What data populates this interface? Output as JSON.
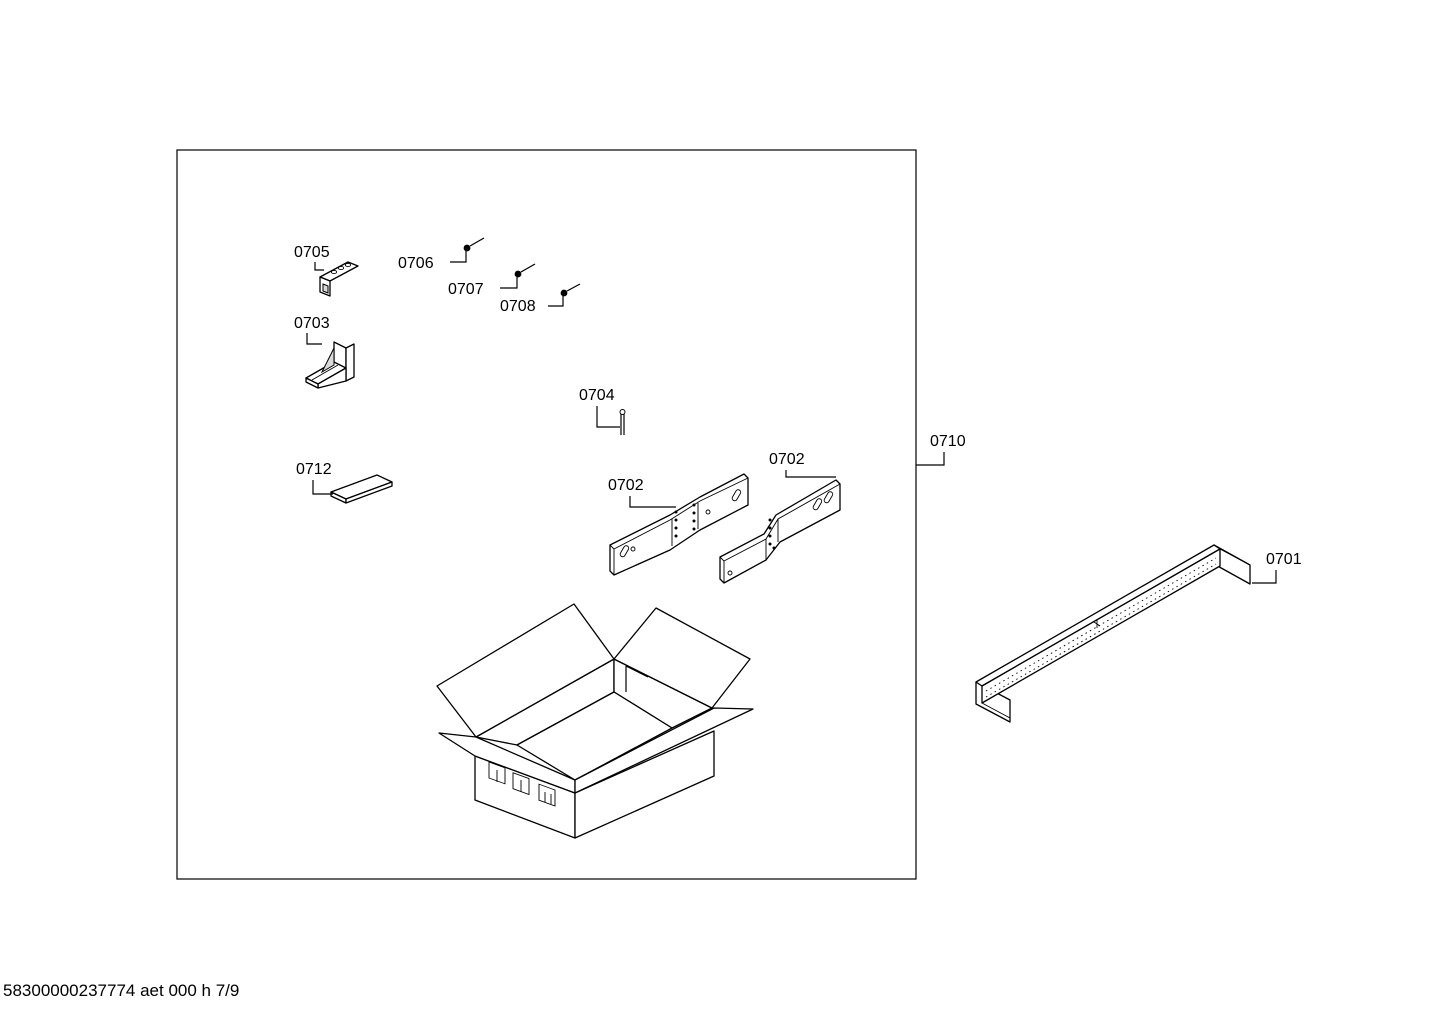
{
  "document": {
    "footer_text": "58300000237774 aet 000 h 7/9"
  },
  "callouts": {
    "c0701": "0701",
    "c0702a": "0702",
    "c0702b": "0702",
    "c0703": "0703",
    "c0704": "0704",
    "c0705": "0705",
    "c0706": "0706",
    "c0707": "0707",
    "c0708": "0708",
    "c0710": "0710",
    "c0712": "0712"
  }
}
